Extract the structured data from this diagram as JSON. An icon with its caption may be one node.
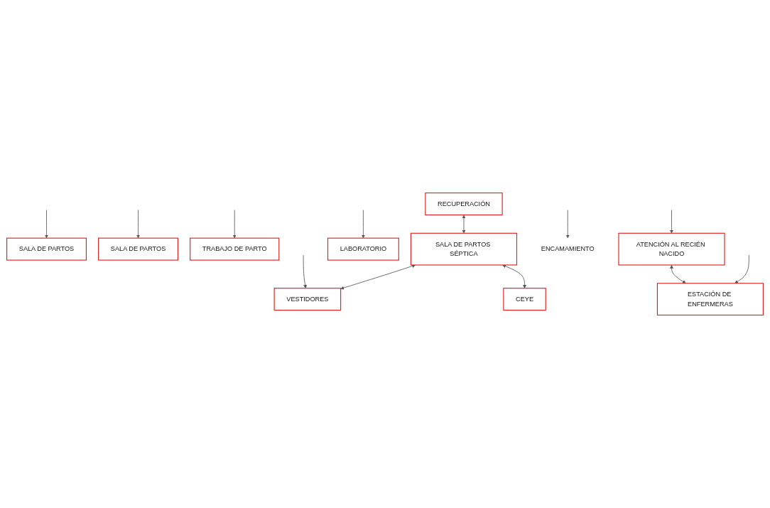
{
  "diagram": {
    "nodes": [
      {
        "text": [
          "RECUPERACIÓN"
        ]
      },
      {
        "text": [
          "SALA DE PARTOS"
        ]
      },
      {
        "text": [
          "SALA DE PARTOS"
        ]
      },
      {
        "text": [
          "TRABAJO DE PARTO"
        ]
      },
      {
        "text": [
          "SALA DE PARTOS SÉPTICA"
        ]
      },
      {
        "text": [
          "VESTIDORES"
        ]
      },
      {
        "text": [
          "CEYE"
        ]
      },
      {
        "text": [
          "LABORATORIO"
        ]
      },
      {
        "text": [
          "ATENCIÓN AL RECIÉN NACIDO"
        ]
      },
      {
        "text": [
          "ESTACIÓN DE ENFERMERAS"
        ]
      },
      {
        "text": [
          "ENCAMAMIENTO"
        ]
      }
    ],
    "edges": [
      {
        "from": 0,
        "to": 4,
        "arrow": "both"
      },
      {
        "from": null,
        "to": 5,
        "arrow": "to"
      },
      {
        "from": null,
        "to": 1,
        "arrow": "to"
      },
      {
        "from": null,
        "to": 2,
        "arrow": "to"
      },
      {
        "from": null,
        "to": 3,
        "arrow": "to"
      },
      {
        "from": 4,
        "to": 5,
        "arrow": "both"
      },
      {
        "from": 4,
        "to": 6,
        "arrow": "both"
      },
      {
        "from": null,
        "to": 7,
        "arrow": "to"
      },
      {
        "from": 8,
        "to": 9,
        "arrow": "both"
      },
      {
        "from": null,
        "to": 9,
        "arrow": "to"
      },
      {
        "from": null,
        "to": 8,
        "arrow": "to"
      },
      {
        "from": null,
        "to": 10,
        "arrow": "to"
      }
    ]
  }
}
